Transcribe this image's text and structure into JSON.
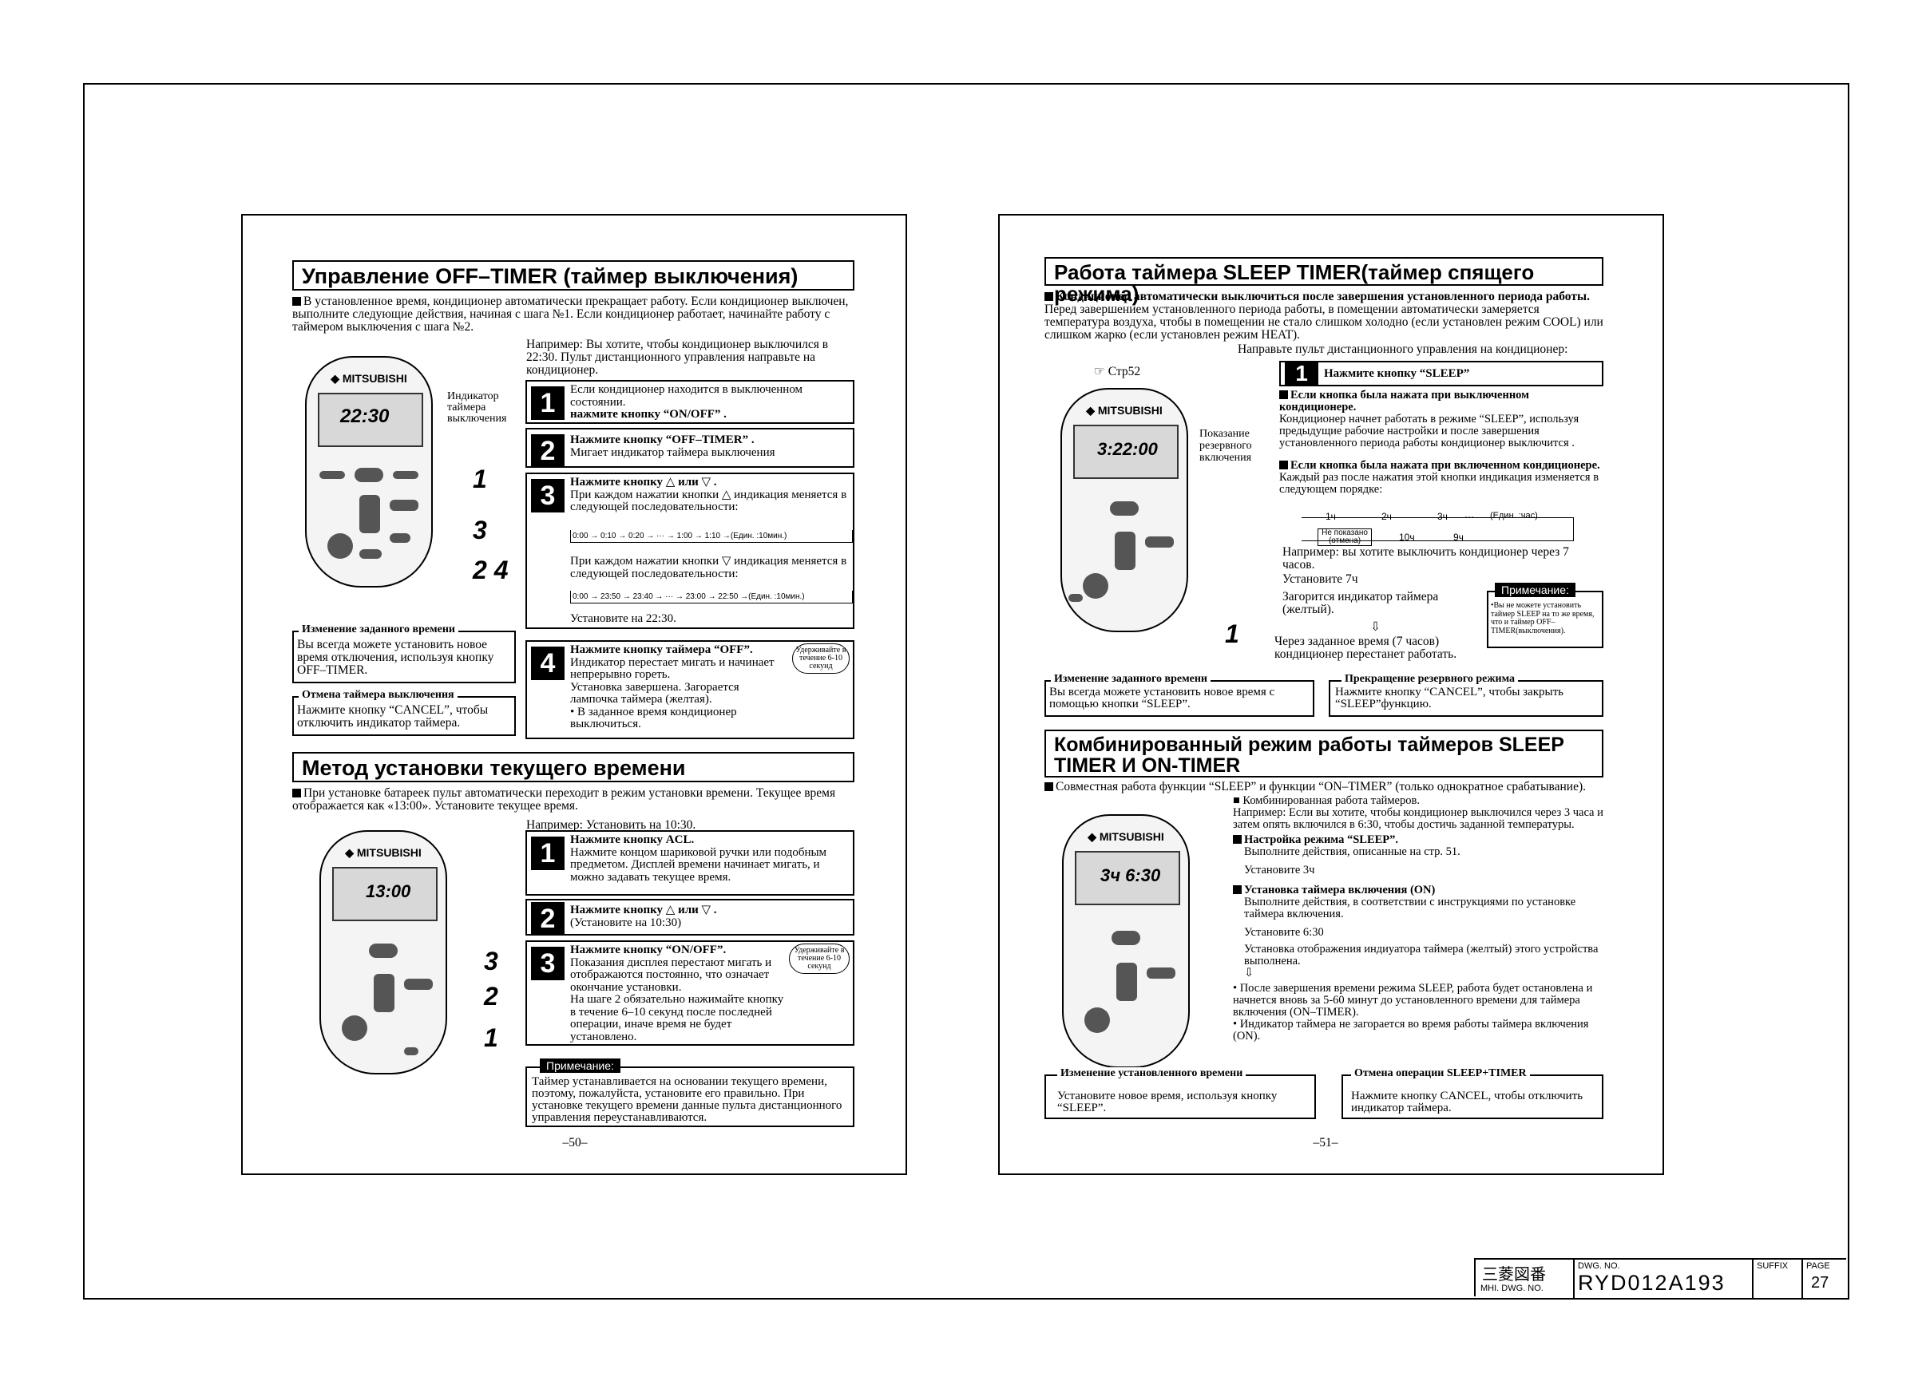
{
  "left": {
    "title1": "Управление OFF–TIMER (таймер выключения)",
    "intro1": "В установленное время, кондиционер автоматически прекращает работу. Если кондиционер выключен, выполните следующие действия, начиная с шага №1. Если кондиционер работает, начинайте работу с таймером выключения с шага №2.",
    "example1": "Например: Вы хотите, чтобы кондиционер выключился в 22:30. Пульт дистанционного управления направьте на кондиционер.",
    "remote_label": "Индикатор таймера выключения",
    "display1": "22:30",
    "step1": {
      "n": "1",
      "line1": "Если кондиционер находится в выключенном состоянии.",
      "line2": "нажмите кнопку “ON/OFF” ."
    },
    "step2": {
      "n": "2",
      "line1": "Нажмите кнопку “OFF–TIMER” .",
      "line2": "Мигает индикатор таймера выключения"
    },
    "step3": {
      "n": "3",
      "line1": "Нажмите кнопку △ или ▽ .",
      "line2": "При каждом нажатии кнопки △ индикация меняется в следующей последовательности:",
      "seq1": "0:00 → 0:10 → 0:20 → ··· → 1:00 → 1:10 →(Един. :10мин.)",
      "line3": "При каждом нажатии кнопки ▽ индикация меняется в следующей последовательности:",
      "seq2": "0:00 → 23:50 → 23:40 → ··· → 23:00 → 22:50 →(Един. :10мин.)",
      "line4": "Установите на 22:30."
    },
    "step4": {
      "n": "4",
      "line1": "Нажмите кнопку таймера “OFF”.",
      "line2": "Индикатор перестает мигать и начинает непрерывно гореть.",
      "line3": "Установка завершена. Загорается лампочка таймера (желтая).",
      "line4": "• В заданное время кондиционер выключиться.",
      "bubble": "Удерживайте в течение 6-10 секунд"
    },
    "caps_a": [
      "1",
      "3",
      "2 4"
    ],
    "box_change": {
      "head": "Изменение заданного времени",
      "body": "Вы всегда можете установить новое время отключения, используя кнопку OFF–TIMER."
    },
    "box_cancel": {
      "head": "Отмена таймера выключения",
      "body": "Нажмите кнопку “CANCEL”, чтобы отключить индикатор таймера."
    },
    "title2": "Метод установки текущего времени",
    "intro2": "При установке батареек пульт автоматически переходит в режим установки времени. Текущее время отображается как «13:00». Установите текущее время.",
    "example2": "Например: Установить на 10:30.",
    "display2": "13:00",
    "stepA": {
      "n": "1",
      "line1": "Нажмите кнопку ACL.",
      "line2": "Нажмите концом шариковой ручки или подобным предметом. Дисплей времени начинает мигать, и можно задавать текущее время."
    },
    "stepB": {
      "n": "2",
      "line1": "Нажмите кнопку △ или ▽ .",
      "line2": "(Установите на 10:30)"
    },
    "stepC": {
      "n": "3",
      "line1": "Нажмите кнопку “ON/OFF”.",
      "line2": "Показания дисплея перестают мигать и отображаются постоянно, что означает окончание установки.",
      "line3": "На шаге 2 обязательно нажимайте кнопку в течение 6–10 секунд после последней операции, иначе время не будет установлено.",
      "bubble": "Удерживайте в течение 6-10 секунд"
    },
    "caps_b": [
      "3",
      "2",
      "1"
    ],
    "note_tag": "Примечание:",
    "note": "Таймер устанавливается на основании текущего времени, поэтому, пожалуйста, установите его правильно. При установке текущего времени данные пульта дистанционного управления переустанавливаются.",
    "page": "–50–"
  },
  "right": {
    "title1": "Работа таймера SLEEP TIMER(таймер спящего режима)",
    "intro1_bold": "Кондиционер автоматически выключиться после завершения установленного периода работы.",
    "intro1": "Перед завершением установленного периода работы, в помещении автоматически замеряется температура воздуха, чтобы в помещении не стало слишком холодно (если установлен режим COOL) или слишком жарко (если установлен режим HEAT).",
    "aim": "Направьте пульт дистанционного управления на кондиционер:",
    "ref": "Стр52",
    "remote_label": "Показание резервного включения",
    "display1": "3:22:00",
    "step1": {
      "n": "1",
      "line1": "Нажмите кнопку “SLEEP”"
    },
    "b1_head": "Если кнопка была нажата при выключенном кондиционере.",
    "b1_body": "Кондиционер начнет работать в режиме “SLEEP”, используя предыдущие рабочие настройки и после завершения установленного периода работы кондиционер выключится .",
    "b2_head": "Если кнопка была нажата при включенном кондиционере.",
    "b2_body": "Каждый раз после нажатия этой кнопки индикация изменяется в следующем порядке:",
    "seq": [
      "1ч",
      "2ч",
      "3ч",
      "···",
      "9ч",
      "10ч"
    ],
    "seq_unit": "(Един. :час)",
    "seq_none": "Не показано (отмена)",
    "ex": "Например: вы хотите выключить кондиционер через 7 часов.",
    "set7": "Установите 7ч",
    "lamp": "Загорится индикатор таймера (желтый).",
    "after": "Через заданное время (7 часов) кондиционер перестанет работать.",
    "note_tag": "Примечание:",
    "note": "•Вы не можете установить таймер SLEEP на то же время, что и таймер OFF–TIMER(выключения).",
    "cap": "1",
    "box_change": {
      "head": "Изменение заданного времени",
      "body": "Вы всегда можете установить новое время с помощью кнопки “SLEEP”."
    },
    "box_stop": {
      "head": "Прекращение резервного режима",
      "body": "Нажмите кнопку “CANCEL”, чтобы закрыть “SLEEP”функцию."
    },
    "title2": "Комбинированный режим работы таймеров SLEEP TIMER И ON-TIMER",
    "intro2": "Совместная работа функции “SLEEP” и функции “ON–TIMER” (только однократное срабатывание).",
    "display2": "3ч 6:30",
    "c_head": "■ Комбинированная работа таймеров.",
    "c_ex": "Например: Если вы хотите, чтобы кондиционер выключился через 3 часа и затем опять включился в 6:30, чтобы достичь заданной температуры.",
    "c_s1": "Настройка режима “SLEEP”.",
    "c_s1b": "Выполните действия, описанные на стр. 51.",
    "c_s1c": "Установите 3ч",
    "c_s2": "Установка таймера включения (ON)",
    "c_s2b": "Выполните действия, в соответствии с инструкциями по установке таймера включения.",
    "c_s2c": "Установите 6:30",
    "c_s2d": "Установка отображения индиуатора таймера (желтый) этого устройства выполнена.",
    "c_b1": "После завершения времени режима SLEEP, работа будет остановлена и начнется вновь за 5-60 минут до установленного времени для таймера включения (ON–TIMER).",
    "c_b2": "Индикатор таймера не загорается во время работы таймера включения (ON).",
    "box_change2": {
      "head": "Изменение установленного времени",
      "body": "Установите новое время, используя кнопку “SLEEP”."
    },
    "box_cancel2": {
      "head": "Отмена операции SLEEP+TIMER",
      "body": "Нажмите кнопку CANCEL, чтобы отключить индикатор таймера."
    },
    "page": "–51–"
  },
  "titleblock": {
    "jp": "三菱図番",
    "mhi": "MHI. DWG. NO.",
    "dwg_label": "DWG. NO.",
    "dwg": "RYD012A193",
    "suffix": "SUFFIX",
    "page_label": "PAGE",
    "page": "27"
  }
}
